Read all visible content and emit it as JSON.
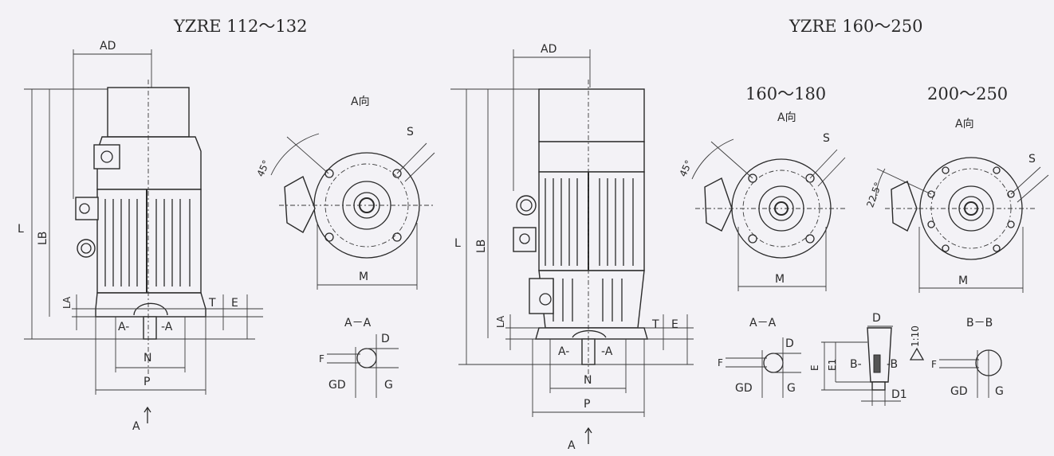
{
  "titles": {
    "left": "YZRE 112～132",
    "right": "YZRE 160～250",
    "sub_160_180": "160～180",
    "sub_200_250": "200～250"
  },
  "views": {
    "a_view_1": "A向",
    "a_view_2": "A向",
    "a_view_3": "A向"
  },
  "sections": {
    "aa_1": "A－A",
    "aa_2": "A－A",
    "bb": "B－B"
  },
  "dims": {
    "AD": "AD",
    "L": "L",
    "LB": "LB",
    "LA": "LA",
    "T": "T",
    "E": "E",
    "N": "N",
    "P": "P",
    "M": "M",
    "S": "S",
    "D": "D",
    "F": "F",
    "GD": "GD",
    "G": "G",
    "E1": "E1",
    "D1": "D1",
    "A_arrow": "A",
    "A_left": "A-",
    "A_right": "-A",
    "B_left": "B-",
    "B_right": "-B",
    "angle_45": "45°",
    "angle_22": "22.5°",
    "taper": "1:10"
  }
}
